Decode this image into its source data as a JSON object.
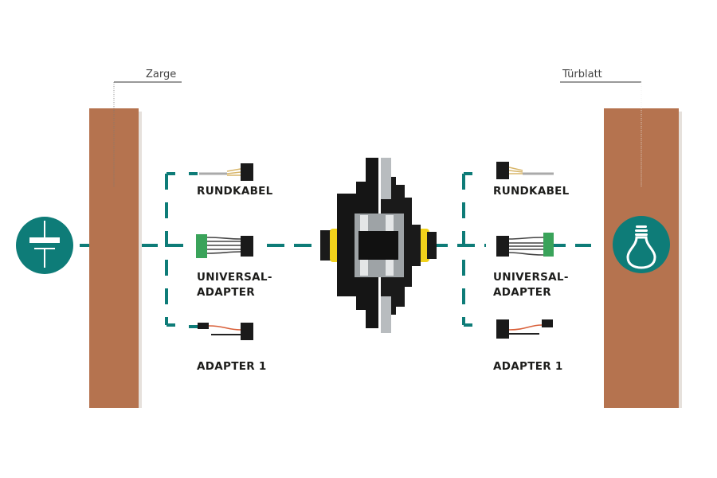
{
  "labels": {
    "frame": "Zarge",
    "door_leaf": "Türblatt"
  },
  "left_options": [
    {
      "line1": "RUNDKABEL",
      "line2": ""
    },
    {
      "line1": "UNIVERSAL-",
      "line2": "ADAPTER"
    },
    {
      "line1": "ADAPTER 1",
      "line2": ""
    }
  ],
  "right_options": [
    {
      "line1": "RUNDKABEL",
      "line2": ""
    },
    {
      "line1": "UNIVERSAL-",
      "line2": "ADAPTER"
    },
    {
      "line1": "ADAPTER 1",
      "line2": ""
    }
  ],
  "icons": {
    "power_source": "capacitor-icon",
    "consumer": "light-bulb-icon"
  },
  "colors": {
    "teal": "#0e7c78",
    "wood": "#b5734f",
    "yellow": "#f2d21b"
  }
}
